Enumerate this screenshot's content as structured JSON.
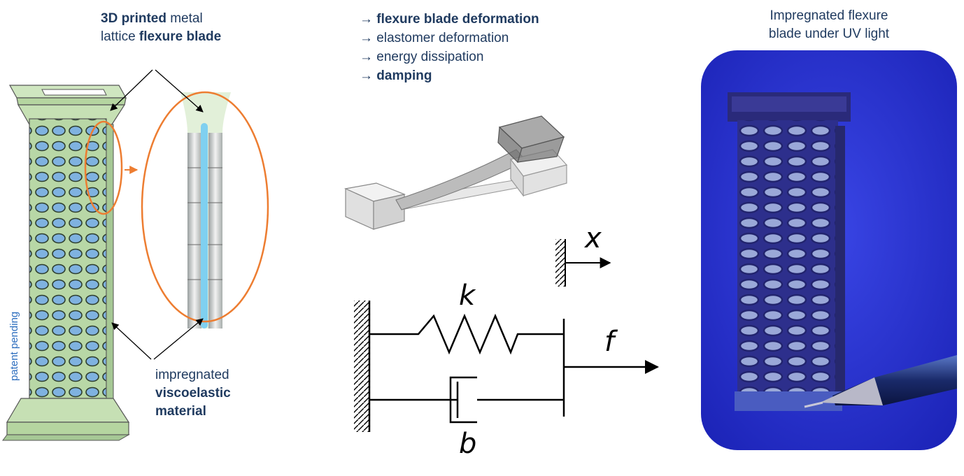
{
  "left_caption": {
    "line1_bold": "3D printed",
    "line1_rest": " metal",
    "line2_rest": "lattice ",
    "line2_bold": "flexure blade"
  },
  "impregnated_caption": {
    "line1": "impregnated",
    "line2": "viscoelastic",
    "line3": "material"
  },
  "side_label": "patent pending",
  "chain": [
    {
      "arrow": "→",
      "text": "flexure blade deformation",
      "bold": true
    },
    {
      "arrow": "→",
      "text": "elastomer deformation",
      "bold": false
    },
    {
      "arrow": "→",
      "text": "energy dissipation",
      "bold": false
    },
    {
      "arrow": "→",
      "text": "damping",
      "bold": true
    }
  ],
  "right_caption": {
    "line1": "Impregnated flexure",
    "line2": "blade under UV light"
  },
  "model_labels": {
    "x": "x",
    "k": "k",
    "f": "f",
    "b": "b"
  },
  "colors": {
    "navy": "#1f3a5f",
    "lattice_green": "#c6e0b4",
    "lattice_blue": "#9dc3e6",
    "orange": "#ed7d31",
    "uv_blue": "#2a2fd0"
  }
}
